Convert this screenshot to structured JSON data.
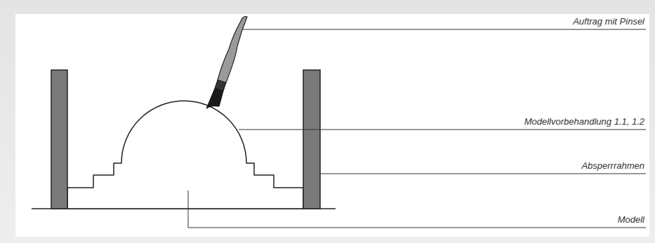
{
  "diagram": {
    "labels": [
      "Auftrag mit Pinsel",
      "Modellvorbehandlung 1.1, 1.2",
      "Absperrrahmen",
      "Modell"
    ]
  }
}
